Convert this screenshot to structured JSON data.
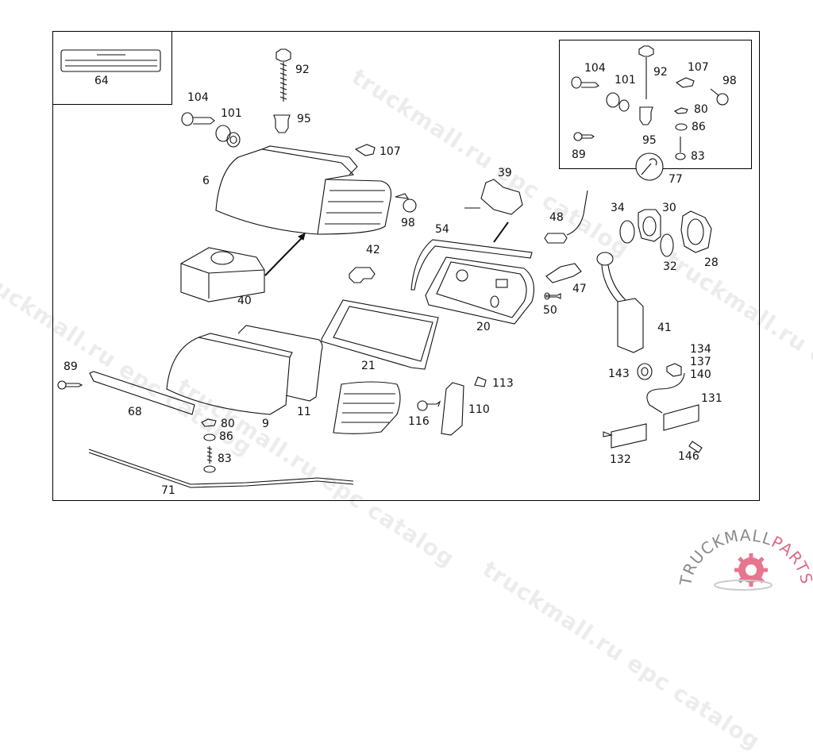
{
  "diagram": {
    "title": "Headlamp assembly exploded view",
    "watermark_text": "truckmall.ru epc catalog",
    "logo": {
      "text_left": "TRUCKMALL",
      "text_right": "PARTS",
      "colors": {
        "left": "#8a8a8a",
        "right": "#e06a88",
        "gear": "#e8758f"
      }
    },
    "insets": {
      "nameplate": {
        "label": "64"
      },
      "hardware": {
        "labels": {
          "l104": "104",
          "l101": "101",
          "l92": "92",
          "l107": "107",
          "l98": "98",
          "l80": "80",
          "l86": "86",
          "l95": "95",
          "l89": "89",
          "l83": "83",
          "l77": "77"
        }
      }
    },
    "labels": {
      "l92": "92",
      "l95": "95",
      "l104": "104",
      "l101": "101",
      "l107": "107",
      "l6": "6",
      "l98": "98",
      "l39": "39",
      "l54": "54",
      "l48": "48",
      "l34": "34",
      "l30": "30",
      "l32": "32",
      "l28": "28",
      "l42": "42",
      "l40": "40",
      "l47": "47",
      "l50": "50",
      "l20": "20",
      "l41": "41",
      "l21": "21",
      "l89": "89",
      "l134": "134",
      "l137": "137",
      "l140": "140",
      "l143": "143",
      "l113": "113",
      "l131": "131",
      "l68": "68",
      "l110": "110",
      "l116": "116",
      "l80": "80",
      "l11": "11",
      "l9": "9",
      "l86": "86",
      "l83": "83",
      "l132": "132",
      "l146": "146",
      "l71": "71"
    }
  }
}
